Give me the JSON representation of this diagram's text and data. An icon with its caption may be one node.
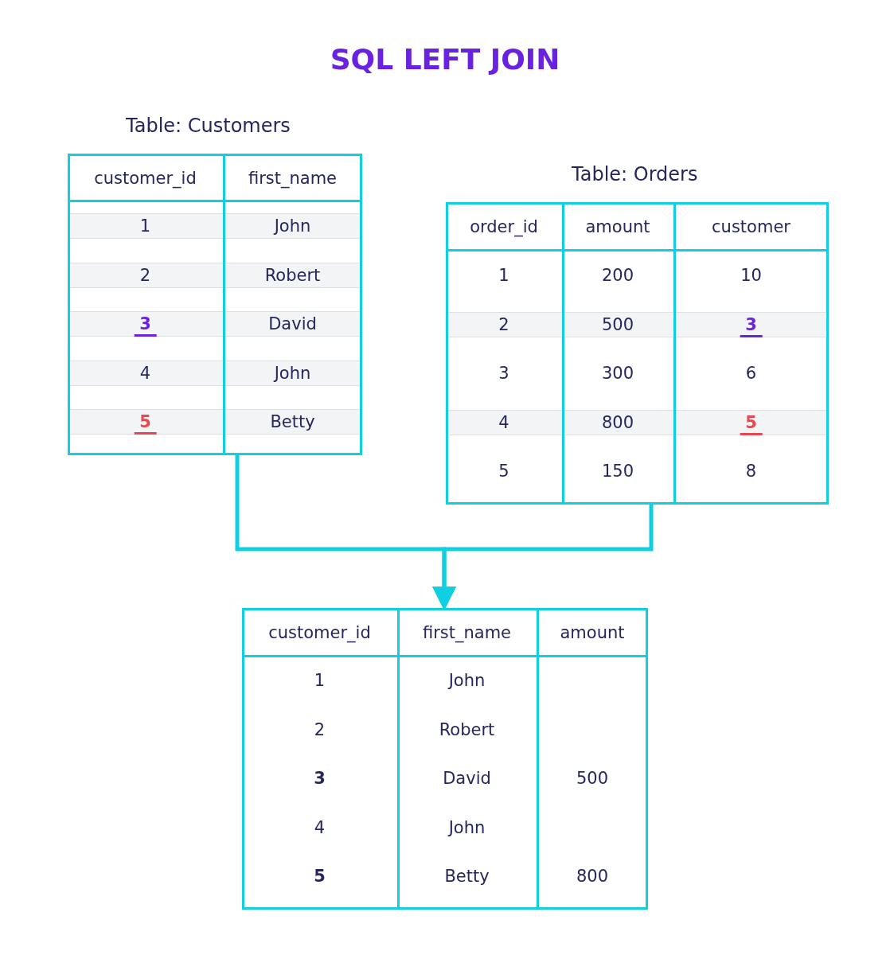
{
  "diagram": {
    "title": "SQL LEFT JOIN",
    "nodes": [
      {
        "text": [
          "Table: Customers",
          "customer_id",
          "first_name",
          "1",
          "John",
          "2",
          "Robert",
          "3",
          "David",
          "4",
          "John",
          "5",
          "Betty"
        ]
      },
      {
        "text": [
          "Table: Orders",
          "order_id",
          "amount",
          "customer",
          "1",
          "200",
          "10",
          "2",
          "500",
          "3",
          "3",
          "300",
          "6",
          "4",
          "800",
          "5",
          "5",
          "150",
          "8"
        ]
      },
      {
        "text": [
          "customer_id",
          "first_name",
          "amount",
          "1",
          "John",
          "2",
          "Robert",
          "3",
          "David",
          "500",
          "4",
          "John",
          "5",
          "Betty",
          "800"
        ]
      }
    ],
    "edges": [
      {
        "from": 0,
        "to": 2,
        "arrow": "to"
      },
      {
        "from": 1,
        "to": 2,
        "arrow": "to"
      }
    ]
  }
}
